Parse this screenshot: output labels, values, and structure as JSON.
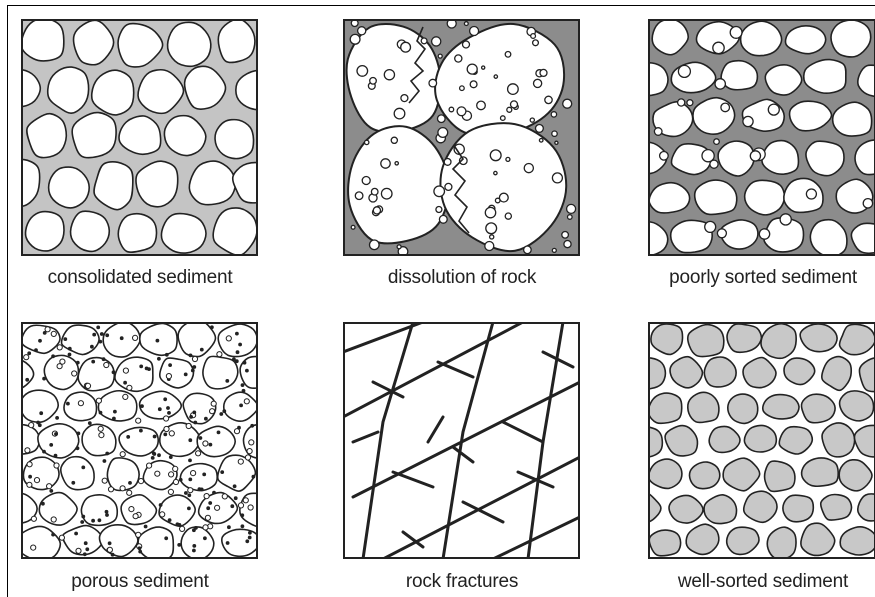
{
  "panels": [
    {
      "label": "consolidated sediment"
    },
    {
      "label": "dissolution of rock"
    },
    {
      "label": "poorly sorted sediment"
    },
    {
      "label": "porous sediment"
    },
    {
      "label": "rock fractures"
    },
    {
      "label": "well-sorted sediment"
    }
  ],
  "colors": {
    "outline": "#222222",
    "light_matrix": "#c4c4c4",
    "dark_matrix": "#8c8c8c",
    "grain_fill": "#ffffff",
    "gray_grain_fill": "#c8c8c8"
  }
}
